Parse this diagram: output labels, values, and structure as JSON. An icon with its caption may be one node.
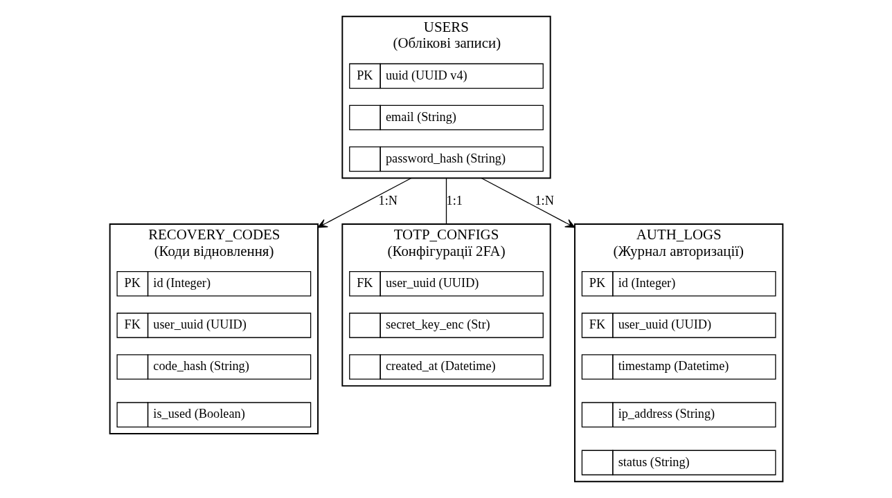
{
  "diagram": {
    "nodes": [
      {
        "text": [
          "USERS",
          "(Облікові записи)"
        ]
      },
      {
        "text": [
          "PK",
          "uuid (UUID v4)"
        ],
        "in": 0
      },
      {
        "text": [
          "email (String)"
        ],
        "in": 0
      },
      {
        "text": [
          "password_hash (String)"
        ],
        "in": 0
      },
      {
        "text": [
          "RECOVERY_CODES",
          "(Коди відновлення)"
        ]
      },
      {
        "text": [
          "PK",
          "id (Integer)"
        ],
        "in": 4
      },
      {
        "text": [
          "FK",
          "user_uuid (UUID)"
        ],
        "in": 4
      },
      {
        "text": [
          "code_hash (String)"
        ],
        "in": 4
      },
      {
        "text": [
          "is_used (Boolean)"
        ],
        "in": 4
      },
      {
        "text": [
          "TOTP_CONFIGS",
          "(Конфігурації 2FA)"
        ]
      },
      {
        "text": [
          "FK",
          "user_uuid (UUID)"
        ],
        "in": 9
      },
      {
        "text": [
          "secret_key_enc (Str)"
        ],
        "in": 9
      },
      {
        "text": [
          "created_at (Datetime)"
        ],
        "in": 9
      },
      {
        "text": [
          "AUTH_LOGS",
          "(Журнал авторизації)"
        ]
      },
      {
        "text": [
          "PK",
          "id (Integer)"
        ],
        "in": 13
      },
      {
        "text": [
          "FK",
          "user_uuid (UUID)"
        ],
        "in": 13
      },
      {
        "text": [
          "timestamp (Datetime)"
        ],
        "in": 13
      },
      {
        "text": [
          "ip_address (String)"
        ],
        "in": 13
      },
      {
        "text": [
          "status (String)"
        ],
        "in": 13
      }
    ],
    "edges": [
      {
        "from": 0,
        "to": 4,
        "arrow": "to",
        "label": "1:N"
      },
      {
        "from": 0,
        "to": 9,
        "arrow": "none",
        "label": "1:1"
      },
      {
        "from": 0,
        "to": 13,
        "arrow": "to",
        "label": "1:N"
      }
    ]
  }
}
